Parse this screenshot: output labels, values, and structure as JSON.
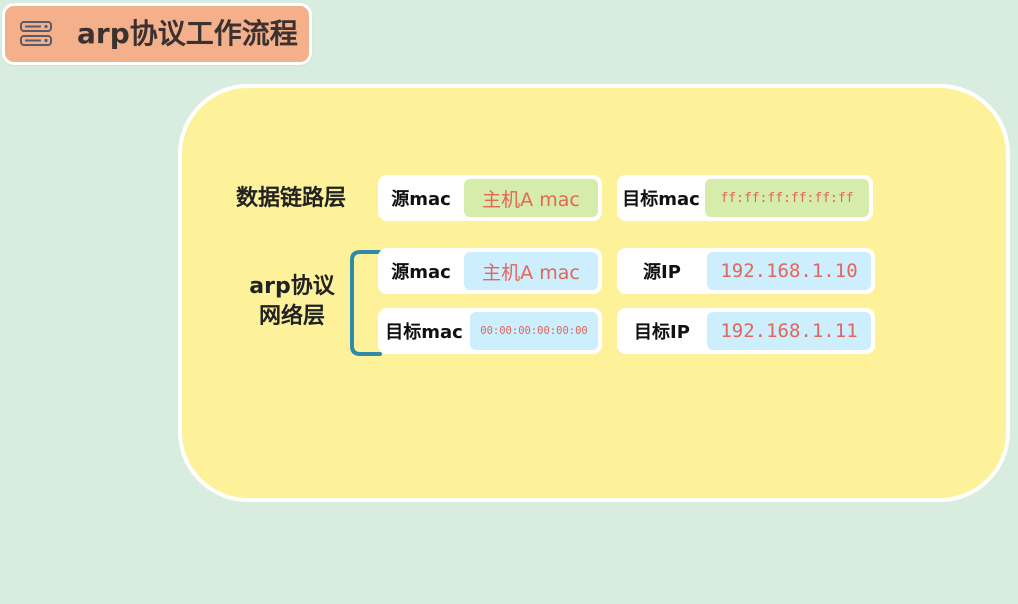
{
  "title": "arp协议工作流程",
  "icon": "server-stack-icon",
  "colors": {
    "background": "#d8ece0",
    "badge": "#f4b08b",
    "panel": "#fdf29a",
    "value_text": "#e2665a",
    "green_field": "#d6ecaa",
    "blue_field": "#cdeefc",
    "bracket": "#2e8aa7"
  },
  "datalink": {
    "label": "数据链路层",
    "src_mac": {
      "key": "源mac",
      "value": "主机A mac"
    },
    "dst_mac": {
      "key": "目标mac",
      "value": "ff:ff:ff:ff:ff:ff"
    }
  },
  "arp": {
    "label_line1": "arp协议",
    "label_line2": "网络层",
    "src_mac": {
      "key": "源mac",
      "value": "主机A mac"
    },
    "src_ip": {
      "key": "源IP",
      "value": "192.168.1.10"
    },
    "dst_mac": {
      "key": "目标mac",
      "value": "00:00:00:00:00:00"
    },
    "dst_ip": {
      "key": "目标IP",
      "value": "192.168.1.11"
    }
  }
}
